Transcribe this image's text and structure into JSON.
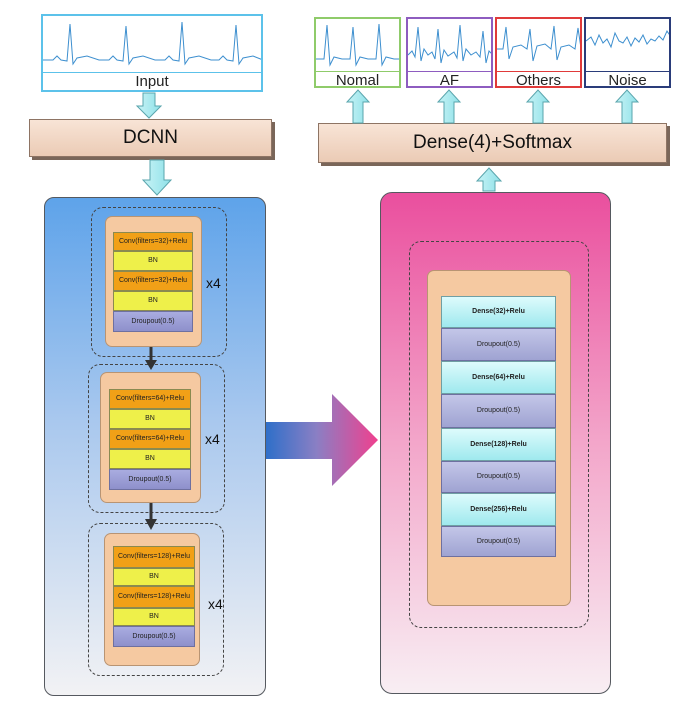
{
  "input_label": "Input",
  "dcnn_label": "DCNN",
  "dense_softmax_label": "Dense(4)+Softmax",
  "outputs": [
    {
      "label": "Nomal",
      "color": "#8fcb6a"
    },
    {
      "label": "AF",
      "color": "#8e5cc0"
    },
    {
      "label": "Others",
      "color": "#e03a3a"
    },
    {
      "label": "Noise",
      "color": "#2a3c7a"
    }
  ],
  "input_color": "#5cc2ea",
  "cnn_groups": [
    {
      "layers": [
        "Conv(filters=32)+Relu",
        "BN",
        "Conv(filters=32)+Relu",
        "BN",
        "Droupout(0.5)"
      ],
      "repeat": "x4"
    },
    {
      "layers": [
        "Conv(filters=64)+Relu",
        "BN",
        "Conv(filters=64)+Relu",
        "BN",
        "Droupout(0.5)"
      ],
      "repeat": "x4"
    },
    {
      "layers": [
        "Conv(filters=128)+Relu",
        "BN",
        "Conv(filters=128)+Relu",
        "BN",
        "Droupout(0.5)"
      ],
      "repeat": "x4"
    }
  ],
  "dense_layers": [
    "Dense(32)+Relu",
    "Droupout(0.5)",
    "Dense(64)+Relu",
    "Droupout(0.5)",
    "Dense(128)+Relu",
    "Droupout(0.5)",
    "Dense(256)+Relu",
    "Droupout(0.5)"
  ]
}
